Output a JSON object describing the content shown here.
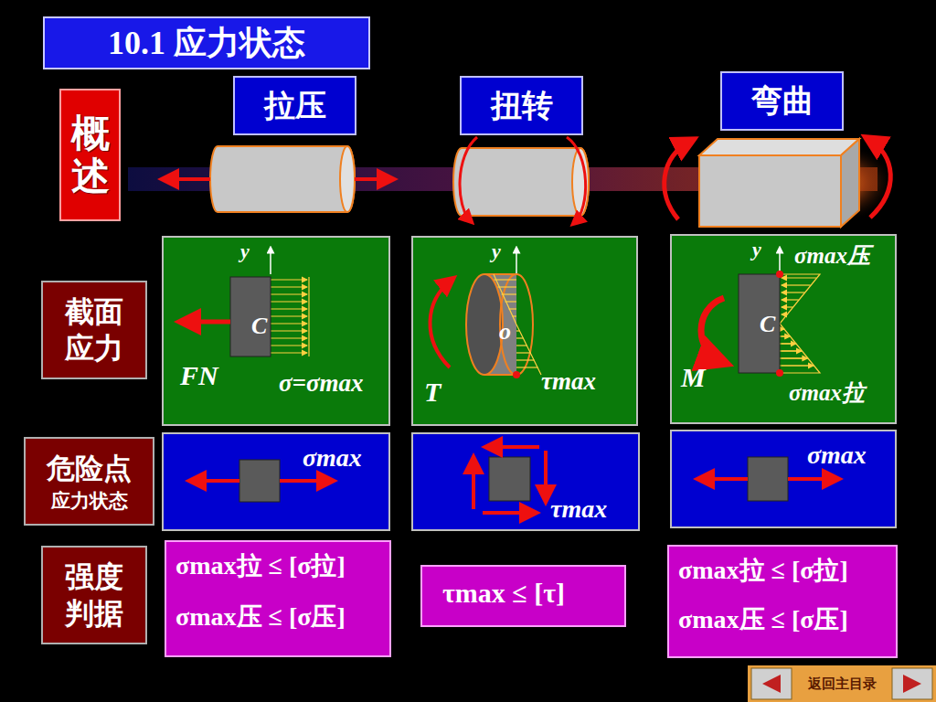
{
  "diagram": {
    "title": "10.1 应力状态",
    "nodes": [
      {
        "text": [
          "概述"
        ]
      },
      {
        "text": [
          "拉压"
        ]
      },
      {
        "text": [
          "扭转"
        ]
      },
      {
        "text": [
          "弯曲"
        ]
      },
      {
        "text": [
          "截面 应力"
        ]
      },
      {
        "text": [
          "y",
          "C",
          "FN",
          "σ=σmax"
        ]
      },
      {
        "text": [
          "y",
          "o",
          "T",
          "τmax"
        ]
      },
      {
        "text": [
          "y",
          "σmax压",
          "C",
          "M",
          "σmax拉"
        ]
      },
      {
        "text": [
          "危险点",
          "应力状态"
        ]
      },
      {
        "text": [
          "σmax"
        ]
      },
      {
        "text": [
          "τmax"
        ]
      },
      {
        "text": [
          "σmax"
        ]
      },
      {
        "text": [
          "强度 判据"
        ]
      },
      {
        "text": [
          "σmax拉 ≤ [σ拉]",
          "σmax压 ≤ [σ压]"
        ]
      },
      {
        "text": [
          "τmax ≤ [τ]"
        ]
      },
      {
        "text": [
          "σmax拉 ≤ [σ拉]",
          "σmax压 ≤ [σ压]"
        ]
      },
      {
        "text": [
          "返回主目录"
        ]
      }
    ]
  }
}
